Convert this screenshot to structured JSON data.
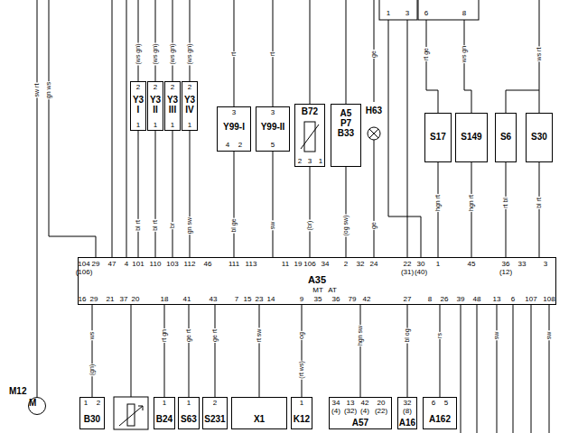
{
  "diagram": {
    "nodes": [
      {
        "text": [
          "Y3 I"
        ]
      },
      {
        "text": [
          "Y3 II"
        ]
      },
      {
        "text": [
          "Y3 III"
        ]
      },
      {
        "text": [
          "Y3 IV"
        ]
      },
      {
        "text": [
          "Y99-I"
        ]
      },
      {
        "text": [
          "Y99-II"
        ]
      },
      {
        "text": [
          "B72"
        ]
      },
      {
        "text": [
          "A5",
          "P7",
          "B33"
        ]
      },
      {
        "text": [
          "H63"
        ]
      },
      {
        "text": [
          "S17"
        ]
      },
      {
        "text": [
          "S149"
        ]
      },
      {
        "text": [
          "S6"
        ]
      },
      {
        "text": [
          "S30"
        ]
      },
      {
        "text": [
          "A35"
        ]
      },
      {
        "text": [
          "M12",
          "M"
        ]
      },
      {
        "text": [
          "B30"
        ]
      },
      {
        "text": [
          "B24"
        ]
      },
      {
        "text": [
          "S63"
        ]
      },
      {
        "text": [
          "S231"
        ]
      },
      {
        "text": [
          "X1"
        ]
      },
      {
        "text": [
          "K12"
        ]
      },
      {
        "text": [
          "A57"
        ]
      },
      {
        "text": [
          "A16"
        ]
      },
      {
        "text": [
          "A162"
        ]
      }
    ],
    "edges": [
      {
        "from": 0,
        "to": 13,
        "arrow": "none"
      },
      {
        "from": 1,
        "to": 13,
        "arrow": "none"
      },
      {
        "from": 2,
        "to": 13,
        "arrow": "none"
      },
      {
        "from": 3,
        "to": 13,
        "arrow": "none"
      },
      {
        "from": 4,
        "to": 13,
        "arrow": "none"
      },
      {
        "from": 5,
        "to": 13,
        "arrow": "none"
      },
      {
        "from": 6,
        "to": 13,
        "arrow": "none"
      },
      {
        "from": 7,
        "to": 13,
        "arrow": "none"
      },
      {
        "from": 8,
        "to": 13,
        "arrow": "none"
      },
      {
        "from": 9,
        "to": 13,
        "arrow": "none"
      },
      {
        "from": 10,
        "to": 13,
        "arrow": "none"
      },
      {
        "from": 11,
        "to": 13,
        "arrow": "none"
      },
      {
        "from": 12,
        "to": 13,
        "arrow": "none"
      },
      {
        "from": 13,
        "to": 15,
        "arrow": "none"
      },
      {
        "from": 13,
        "to": 16,
        "arrow": "none"
      },
      {
        "from": 13,
        "to": 17,
        "arrow": "none"
      },
      {
        "from": 13,
        "to": 18,
        "arrow": "none"
      },
      {
        "from": 13,
        "to": 19,
        "arrow": "none"
      },
      {
        "from": 13,
        "to": 20,
        "arrow": "none"
      },
      {
        "from": 13,
        "to": 21,
        "arrow": "none"
      },
      {
        "from": 13,
        "to": 22,
        "arrow": "none"
      },
      {
        "from": 13,
        "to": 23,
        "arrow": "none"
      }
    ],
    "labels": [
      "1",
      "3",
      "6",
      "8",
      "sw rt",
      "gn ws",
      "(ws gn)",
      "(ws gn)",
      "(ws gn)",
      "(ws gn)",
      "rt",
      "rt",
      "ge",
      "rt ge",
      "ws gn",
      "ws rt",
      "bl rt",
      "bl rt",
      "br",
      "gn sw",
      "bl ge",
      "sw",
      "(br)",
      "(og sw)",
      "ge",
      "hgn rt",
      "hgn rt",
      "rt bl",
      "bl rt",
      "104",
      "(106)",
      "29",
      "47",
      "4",
      "101",
      "110",
      "103",
      "112",
      "46",
      "111",
      "113",
      "11",
      "19",
      "106",
      "34",
      "2",
      "32",
      "24",
      "22",
      "(31)",
      "30",
      "(40)",
      "1",
      "45",
      "36",
      "(12)",
      "33",
      "3",
      "MT",
      "AT",
      "16",
      "29",
      "21",
      "37",
      "20",
      "18",
      "41",
      "43",
      "7",
      "15",
      "23",
      "14",
      "9",
      "35",
      "36",
      "79",
      "42",
      "27",
      "8",
      "26",
      "39",
      "48",
      "13",
      "6",
      "107",
      "108",
      "ws",
      "rt gn",
      "ge rt",
      "ge rt",
      "rt sw",
      "og",
      "hgn sw",
      "bl og",
      "rs",
      "(gn)",
      "(rt ws)",
      "sw",
      "sw",
      "1",
      "2",
      "1",
      "1",
      "2",
      "1",
      "34",
      "13",
      "42",
      "20",
      "(4)",
      "(32)",
      "(4)",
      "(22)",
      "32",
      "(8)",
      "6",
      "5",
      "2",
      "1",
      "2",
      "1",
      "2",
      "1",
      "2",
      "1",
      "3",
      "4",
      "2",
      "3",
      "5",
      "2",
      "3",
      "1"
    ]
  }
}
